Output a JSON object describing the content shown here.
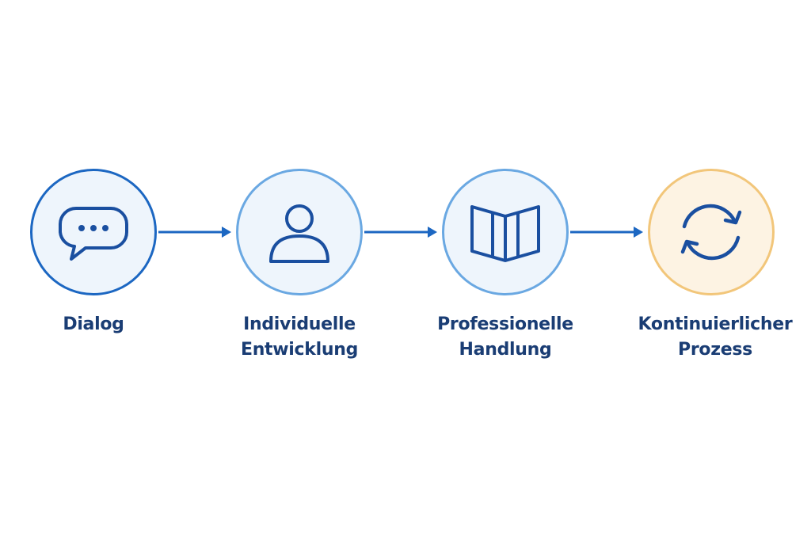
{
  "steps": [
    {
      "icon": "chat-bubble-icon",
      "label_lines": [
        "Dialog"
      ]
    },
    {
      "icon": "user-icon",
      "label_lines": [
        "Individuelle",
        "Entwicklung"
      ]
    },
    {
      "icon": "open-book-icon",
      "label_lines": [
        "Professionelle",
        "Handlung"
      ]
    },
    {
      "icon": "refresh-cycle-icon",
      "label_lines": [
        "Kontinuierlicher",
        "Prozess"
      ]
    }
  ],
  "colors": {
    "primary": "#1c67c2",
    "light_blue_border": "#6aa8e2",
    "circle_fill": "#eef5fc",
    "accent_border": "#f2c67a",
    "accent_fill": "#fdf3e3",
    "icon_stroke": "#1a4fa0",
    "label_text": "#1a3d74"
  }
}
